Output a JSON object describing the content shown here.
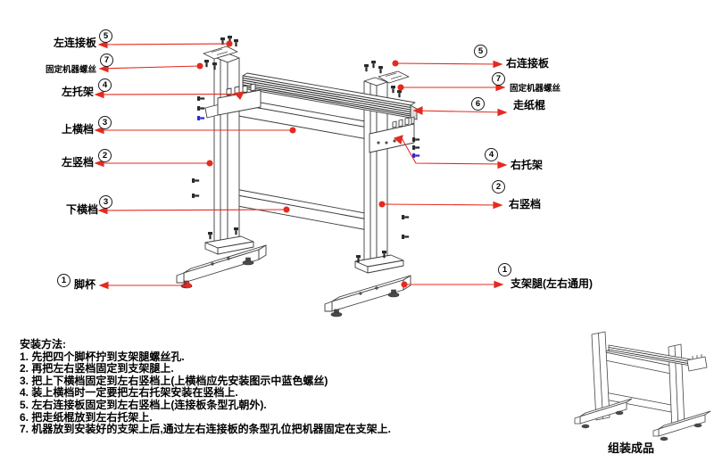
{
  "colors": {
    "leader_red": "#e42b20",
    "foot_cup_red": "#c2272d",
    "screw_blue": "#2b2bd5",
    "screw_black": "#2a2a2a",
    "drawing_line": "#3c3c3c"
  },
  "part_labels": {
    "left": [
      {
        "num": "5",
        "text": "左连接板"
      },
      {
        "num": "7",
        "text": "固定机器螺丝"
      },
      {
        "num": "4",
        "text": "左托架"
      },
      {
        "num": "3",
        "text": "上横档"
      },
      {
        "num": "2",
        "text": "左竖档"
      },
      {
        "num": "3",
        "text": "下横档"
      },
      {
        "num": "1",
        "text": "脚杯"
      }
    ],
    "right": [
      {
        "num": "5",
        "text": "右连接板"
      },
      {
        "num": "7",
        "text": "固定机器螺丝"
      },
      {
        "num": "6",
        "text": "走纸棍"
      },
      {
        "num": "4",
        "text": "右托架"
      },
      {
        "num": "2",
        "text": "右竖档"
      },
      {
        "num": "1",
        "text": "支架腿(左右通用)"
      }
    ]
  },
  "instructions": {
    "heading": "安装方法:",
    "steps": [
      "1. 先把四个脚杯拧到支架腿螺丝孔.",
      "2. 再把左右竖档固定到支架腿上.",
      "3. 把上下横档固定到左右竖档上(上横档应先安装图示中蓝色螺丝)",
      "4. 装上横档时一定要把左右托架安装在竖档上.",
      "5. 左右连接板固定到左右竖档上(连接板条型孔朝外).",
      "6. 把走纸棍放到左右托架上.",
      "7. 机器放到安装好的支架上后,通过左右连接板的条型孔位把机器固定在支架上."
    ]
  },
  "assembled_caption": "组装成品"
}
